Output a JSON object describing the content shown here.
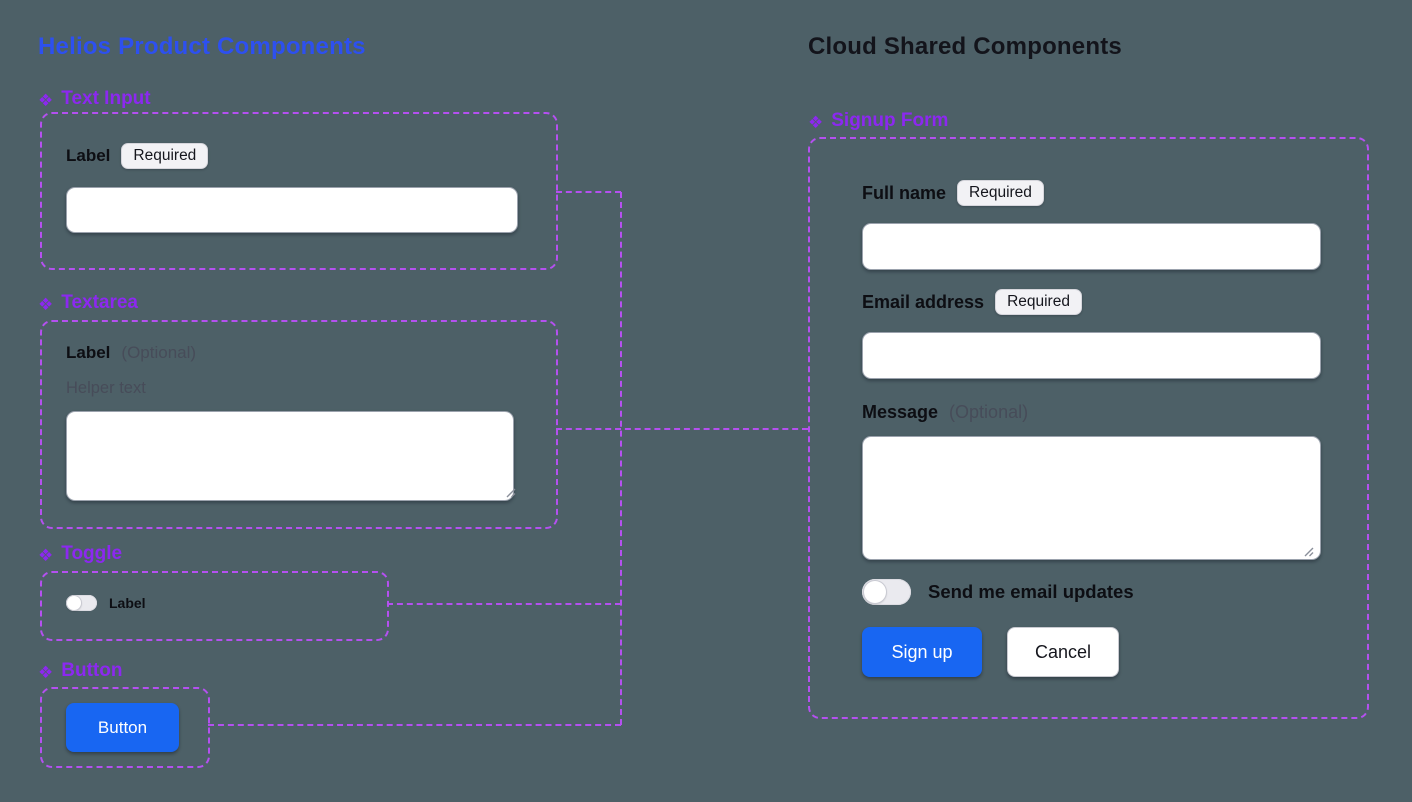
{
  "left_panel": {
    "title": "Helios Product Components",
    "text_input": {
      "heading": "Text Input",
      "label": "Label",
      "badge": "Required",
      "value": ""
    },
    "textarea": {
      "heading": "Textarea",
      "label": "Label",
      "optional": "(Optional)",
      "helper": "Helper text",
      "value": ""
    },
    "toggle": {
      "heading": "Toggle",
      "label": "Label",
      "state": "off"
    },
    "button": {
      "heading": "Button",
      "label": "Button"
    }
  },
  "right_panel": {
    "title": "Cloud Shared Components",
    "signup_form": {
      "heading": "Signup Form",
      "full_name": {
        "label": "Full name",
        "badge": "Required",
        "value": ""
      },
      "email": {
        "label": "Email address",
        "badge": "Required",
        "value": ""
      },
      "message": {
        "label": "Message",
        "optional": "(Optional)",
        "value": ""
      },
      "updates_toggle": {
        "label": "Send me email updates",
        "state": "off"
      },
      "submit_label": "Sign up",
      "cancel_label": "Cancel"
    }
  },
  "icons": {
    "component": "❖"
  },
  "colors": {
    "canvas_bg": "#4d6067",
    "left_title": "#2d50f0",
    "right_title": "#13141b",
    "section_heading": "#8c28f0",
    "connector": "#b450f0",
    "primary_button": "#1866f2",
    "label_text": "#0d0e13",
    "muted_text": "#474c59",
    "badge_bg": "#f2f2f5",
    "input_border": "#9ba2ad"
  }
}
